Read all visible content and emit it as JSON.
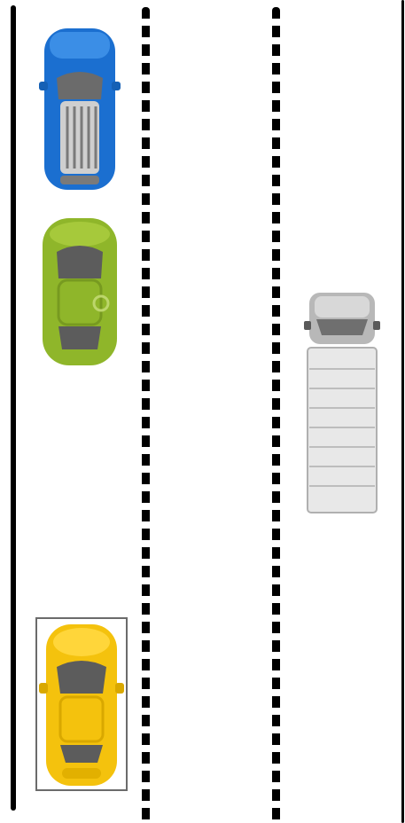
{
  "scene": {
    "type": "top-down highway lanes",
    "lane_count": 3,
    "lane_divider_style": "dashed",
    "road_color": "#ffffff",
    "line_color": "#000000"
  },
  "vehicles": [
    {
      "id": "car-blue",
      "kind": "car",
      "color": "#1a73d1",
      "lane": 1
    },
    {
      "id": "car-green",
      "kind": "car",
      "color": "#8fb62a",
      "lane": 1
    },
    {
      "id": "truck-white",
      "kind": "truck",
      "color": "#e6e6e6",
      "lane": 3
    },
    {
      "id": "car-yellow",
      "kind": "car",
      "color": "#f4c20d",
      "lane": 1
    }
  ]
}
